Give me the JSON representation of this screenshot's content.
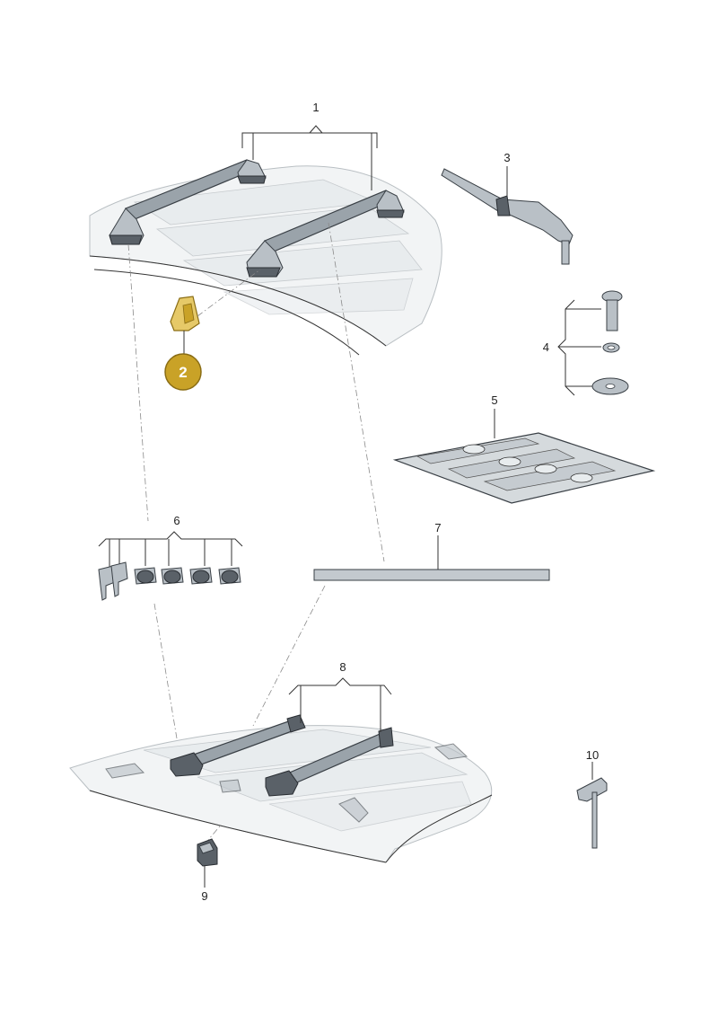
{
  "callouts": [
    {
      "id": "1",
      "label": "1"
    },
    {
      "id": "2",
      "label": "2"
    },
    {
      "id": "3",
      "label": "3"
    },
    {
      "id": "4",
      "label": "4"
    },
    {
      "id": "5",
      "label": "5"
    },
    {
      "id": "6",
      "label": "6"
    },
    {
      "id": "7",
      "label": "7"
    },
    {
      "id": "8",
      "label": "8"
    },
    {
      "id": "9",
      "label": "9"
    },
    {
      "id": "10",
      "label": "10"
    }
  ],
  "highlight": {
    "label": "2",
    "color": "#c9a227"
  },
  "colors": {
    "part_metal": "#9aa3aa",
    "roof": "#f2f4f5",
    "highlight": "#c9a227"
  }
}
